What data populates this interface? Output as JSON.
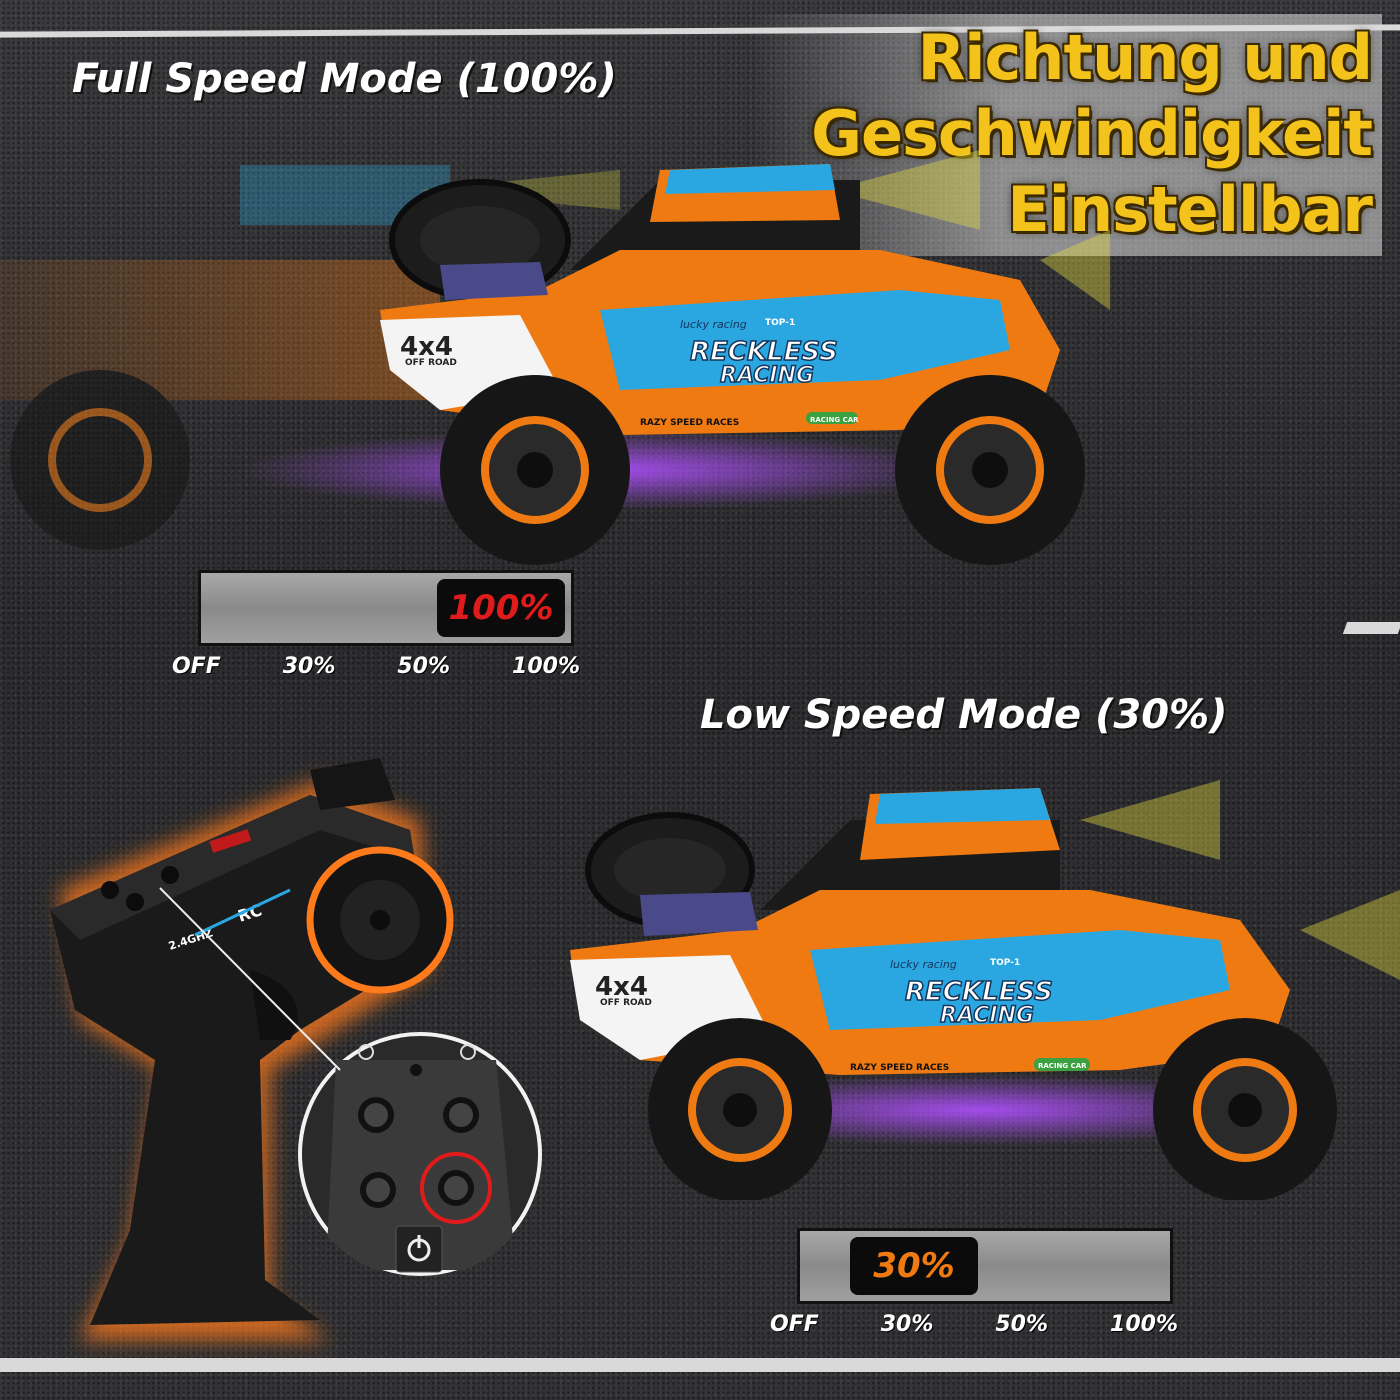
{
  "headline": {
    "line1": "Richtung und",
    "line2": "Geschwindigkeit",
    "line3": "Einstellbar",
    "color": "#f3c21b"
  },
  "modes": [
    {
      "label": "Full Speed Mode (100%)",
      "badge": "100%",
      "badge_color": "#e01b1b",
      "level": 1.0,
      "ticks": [
        "OFF",
        "30%",
        "50%",
        "100%"
      ]
    },
    {
      "label": "Low Speed Mode (30%)",
      "badge": "30%",
      "badge_color": "#f07a12",
      "level": 0.3,
      "ticks": [
        "OFF",
        "30%",
        "50%",
        "100%"
      ]
    }
  ],
  "car": {
    "brand_text": "RECKLESS",
    "brand_text2": "RACING",
    "badge_4x4": "4x4",
    "badge_offroad": "OFF ROAD",
    "side_text": "RAZY SPEED RACES",
    "top_text": "TOP-1",
    "logo_text": "lucky racing",
    "racing_badge": "RACING CAR",
    "body_orange": "#f07a12",
    "body_blue": "#2aa7e0",
    "underglow": "#a040ff",
    "headlight": "#e8e040"
  },
  "remote": {
    "freq_label": "2.4GHZ",
    "brand": "RC",
    "accent": "#ff7a1a",
    "icons": [
      "light-icon",
      "power-icon"
    ]
  }
}
